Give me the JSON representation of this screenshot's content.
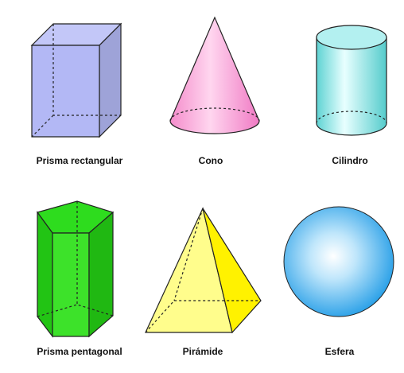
{
  "shapes": [
    {
      "label": "Prisma rectangular",
      "color": "#b3b8f5"
    },
    {
      "label": "Cono",
      "color": "#f7a6d8"
    },
    {
      "label": "Cilindro",
      "color": "#8fe6e6"
    },
    {
      "label": "Prisma pentagonal",
      "color": "#33dd22"
    },
    {
      "label": "Pirámide",
      "color": "#ffff88"
    },
    {
      "label": "Esfera",
      "color": "#33aaee"
    }
  ]
}
